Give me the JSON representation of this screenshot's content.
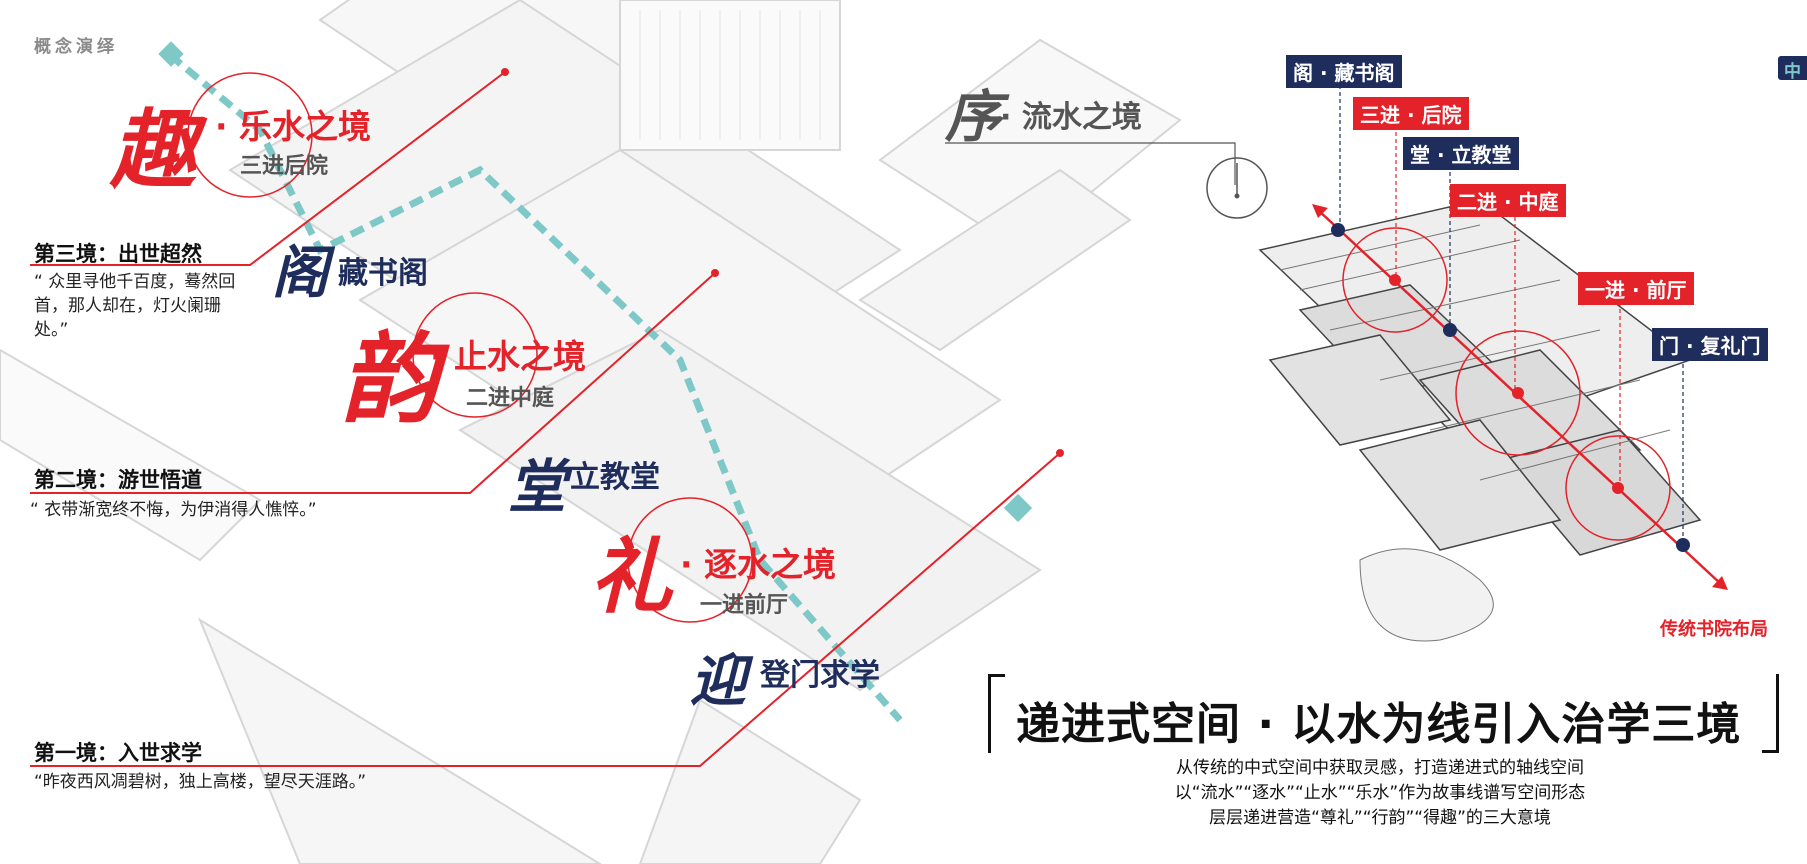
{
  "section_label": "概念演绎",
  "corner_tab": "中",
  "order_label": {
    "glyph": "序",
    "title": "· 流水之境"
  },
  "realms": [
    {
      "glyph": "趣",
      "title": "· 乐水之境",
      "subtitle": "三进后院"
    },
    {
      "glyph": "韵",
      "title": "· 止水之境",
      "subtitle": "二进中庭"
    },
    {
      "glyph": "礼",
      "title": "· 逐水之境",
      "subtitle": "一进前厅"
    }
  ],
  "buildings": [
    {
      "glyph": "阁",
      "label": "藏书阁"
    },
    {
      "glyph": "堂",
      "label": "立教堂"
    },
    {
      "glyph": "迎",
      "label": "登门求学"
    }
  ],
  "stages": [
    {
      "title": "第三境：出世超然",
      "poem": "“ 众里寻他千百度，蓦然回首，那人却在，灯火阑珊处。”"
    },
    {
      "title": "第二境：游世悟道",
      "poem": "“ 衣带渐宽终不悔，为伊消得人憔悴。”"
    },
    {
      "title": "第一境：入世求学",
      "poem": "“昨夜西风凋碧树，独上高楼，望尽天涯路。”"
    }
  ],
  "layout_tags": [
    {
      "text": "阁 · 藏书阁",
      "style": "navy"
    },
    {
      "text": "三进 · 后院",
      "style": "red"
    },
    {
      "text": "堂 · 立教堂",
      "style": "navy"
    },
    {
      "text": "二进 · 中庭",
      "style": "red"
    },
    {
      "text": "一进 · 前厅",
      "style": "red"
    },
    {
      "text": "门 · 复礼门",
      "style": "navy"
    }
  ],
  "layout_caption": "传统书院布局",
  "main_title": "递进式空间 · 以水为线引入治学三境",
  "description": [
    "从传统的中式空间中获取灵感，打造递进式的轴线空间",
    "以“流水”“逐水”“止水”“乐水”作为故事线谱写空间形态",
    "层层递进营造“尊礼”“行韵”“得趣”的三大意境"
  ],
  "colors": {
    "accent_red": "#e3222a",
    "navy": "#1f2d5c",
    "water": "#7ec8c8"
  }
}
